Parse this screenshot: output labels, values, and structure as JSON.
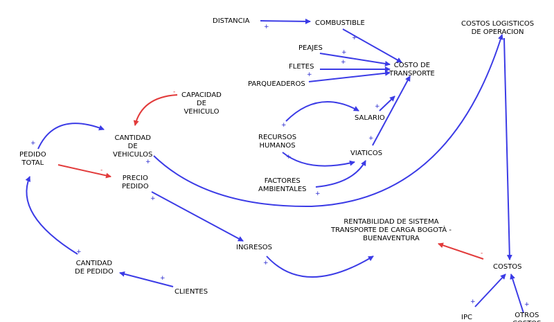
{
  "colors": {
    "positive": "#3b3be6",
    "negative": "#e23b3b",
    "text": "#000000"
  },
  "nodes": {
    "distancia": "DISTANCIA",
    "combustible": "COMBUSTIBLE",
    "costos_logisticos": "COSTOS LOGISTICOS\nDE OPERACION",
    "peajes": "PEAJES",
    "fletes": "FLETES",
    "parqueaderos": "PARQUEADEROS",
    "costo_transporte": "COSTO DE\nTRANSPORTE",
    "capacidad_vehiculo": "CAPACIDAD\nDE\nVEHICULO",
    "salario": "SALARIO",
    "cantidad_vehiculos": "CANTIDAD\nDE\nVEHICULOS",
    "recursos_humanos": "RECURSOS\nHUMANOS",
    "pedido_total": "PEDIDO\nTOTAL",
    "viaticos": "VIATICOS",
    "precio_pedido": "PRECIO\nPEDIDO",
    "factores_ambientales": "FACTORES\nAMBIENTALES",
    "rentabilidad": "RENTABILIDAD DE SISTEMA\nTRANSPORTE DE CARGA BOGOTÀ -\nBUENAVENTURA",
    "ingresos": "INGRESOS",
    "cantidad_pedido": "CANTIDAD\nDE PEDIDO",
    "costos": "COSTOS",
    "clientes": "CLIENTES",
    "ipc": "IPC",
    "otros_costos": "OTROS\nCOSTOS"
  },
  "signs": {
    "plus": "+",
    "minus": "-"
  }
}
